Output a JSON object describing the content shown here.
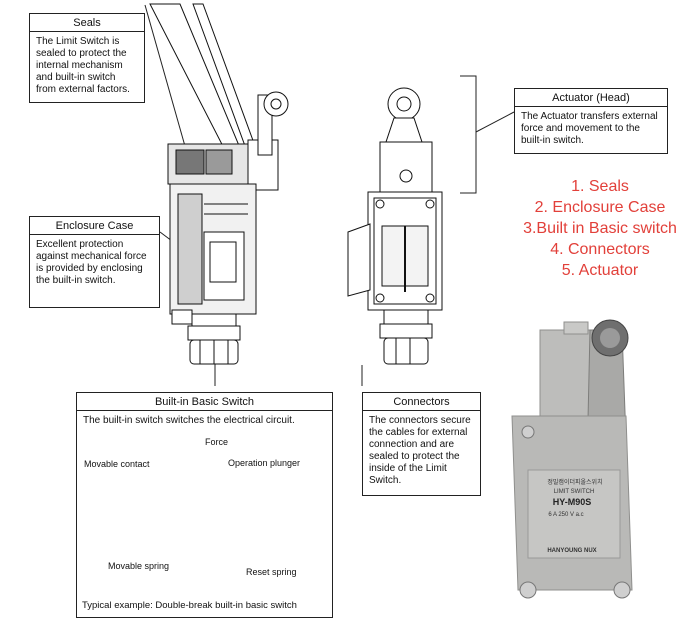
{
  "callouts": {
    "seals": {
      "title": "Seals",
      "text": "The Limit Switch is sealed to protect the internal mechanism and built-in switch from external factors."
    },
    "enclosure": {
      "title": "Enclosure Case",
      "text": "Excellent protection against mechanical force is provided by enclosing the built-in switch."
    },
    "actuator": {
      "title": "Actuator (Head)",
      "text": "The Actuator transfers external force and movement to the built-in switch."
    },
    "connectors": {
      "title": "Connectors",
      "text": "The connectors secure the cables for external connection and are sealed to protect the inside of the Limit Switch."
    },
    "basic_switch": {
      "title": "Built-in Basic Switch",
      "text": "The built-in switch switches the electrical circuit.",
      "labels": {
        "force": "Force",
        "movable_contact": "Movable contact",
        "operation_plunger": "Operation plunger",
        "movable_spring": "Movable spring",
        "reset_spring": "Reset spring"
      },
      "caption": "Typical example: Double-break built-in basic switch"
    }
  },
  "summary_list": [
    "1. Seals",
    "2. Enclosure Case",
    "3.Built in Basic switch",
    "4. Connectors",
    "5. Actuator"
  ],
  "product_label": {
    "korean_line": "정밀캠이더피올스위치",
    "type_line": "LIMIT SWITCH",
    "model": "HY-M90S",
    "rating": "6 A 250 V a.c",
    "brand": "HANYOUNG NUX"
  },
  "colors": {
    "accent_red": "#e2403a",
    "switch_body": "#b9b9b7"
  }
}
